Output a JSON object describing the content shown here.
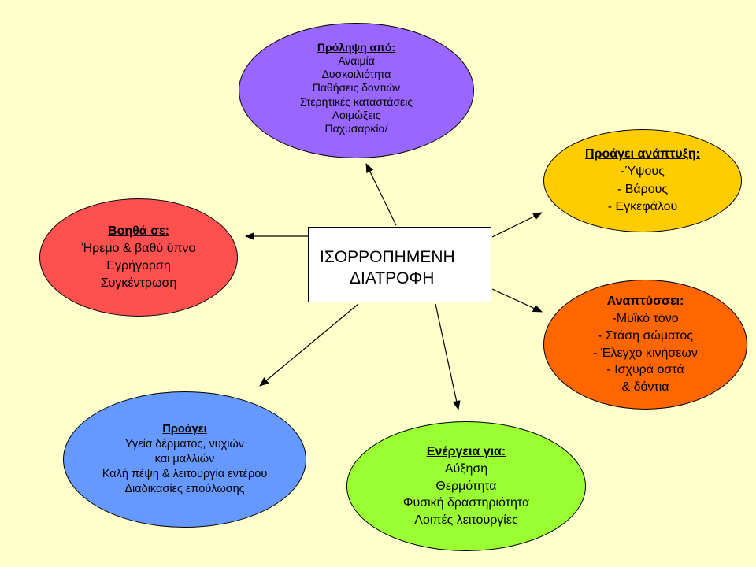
{
  "center": {
    "line1": "ΙΣΟΡΡΟΠΗΜΕΝΗ",
    "line2": "ΔΙΑΤΡΟΦΗ"
  },
  "bubbles": {
    "prevention": {
      "color": "#9966ff",
      "title": "Πρόληψη από:",
      "lines": [
        "Αναιμία",
        "Δυσκοιλιότητα",
        "Παθήσεις δοντιών",
        "Στερητικές καταστάσεις",
        "Λοιμώξεις",
        "Παχυσαρκία/"
      ]
    },
    "growth": {
      "color": "#ffcc00",
      "title": "Προάγει ανάπτυξη:",
      "lines": [
        "-Ύψους",
        "- Βάρους",
        "- Εγκεφάλου"
      ]
    },
    "helps": {
      "color": "#ff5050",
      "title": "Βοηθά σε:",
      "lines": [
        "Ήρεμο & βαθύ ύπνο",
        "Εγρήγορση",
        "Συγκέντρωση"
      ]
    },
    "develops": {
      "color": "#ff6600",
      "title": "Αναπτύσσει:",
      "lines": [
        "-Μυϊκό τόνο",
        "- Στάση σώματος",
        "- Έλεγχο κινήσεων",
        "- Ισχυρά οστά",
        "& δόντια"
      ]
    },
    "skin": {
      "color": "#6699ff",
      "title": "Προάγει",
      "lines": [
        "Υγεία δέρματος, νυχιών",
        "και μαλλιών",
        "Καλή πέψη & λειτουργία εντέρου",
        "Διαδικασίες επούλωσης"
      ]
    },
    "energy": {
      "color": "#99ff33",
      "title": "Ενέργεια για:",
      "lines": [
        "Αύξηση",
        "Θερμότητα",
        "Φυσική δραστηριότητα",
        "Λοιπές λειτουργίες"
      ]
    }
  }
}
